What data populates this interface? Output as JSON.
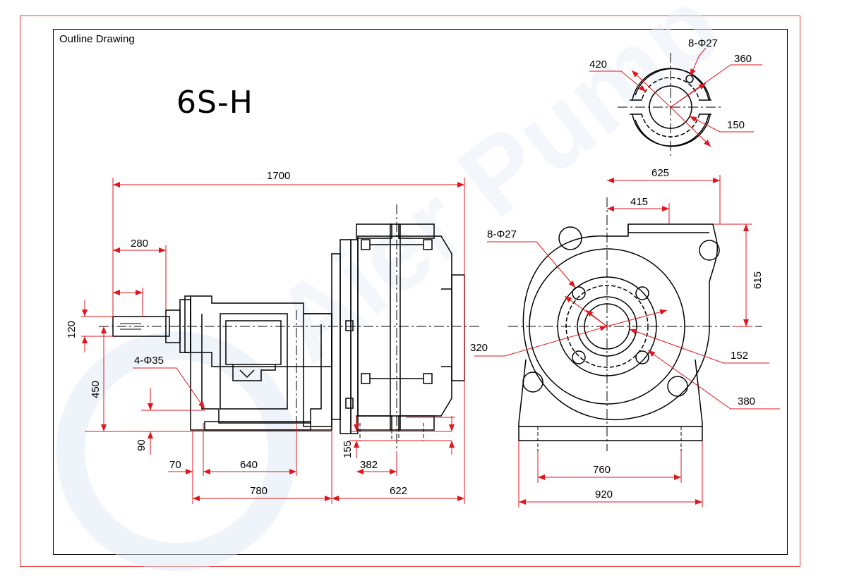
{
  "caption": "Outline Drawing",
  "model": "6S-H",
  "watermark": "Aier Pump",
  "dimensions": {
    "d1700": "1700",
    "d280": "280",
    "d120": "120",
    "d450": "450",
    "d90": "90",
    "d4phi35": "4-Φ35",
    "d70": "70",
    "d640": "640",
    "d780": "780",
    "d155": "155",
    "d382": "382",
    "d622": "622",
    "d8phi27_side": "8-Φ27",
    "d320": "320",
    "d625": "625",
    "d415": "415",
    "d615": "615",
    "d152": "152",
    "d380": "380",
    "d760": "760",
    "d920": "920",
    "d420": "420",
    "d8phi27_top": "8-Φ27",
    "d360": "360",
    "d150": "150"
  },
  "colors": {
    "frame": "#e53935",
    "dimension": "#e0161c",
    "line": "#000000",
    "watermark": "#e8eef6"
  }
}
